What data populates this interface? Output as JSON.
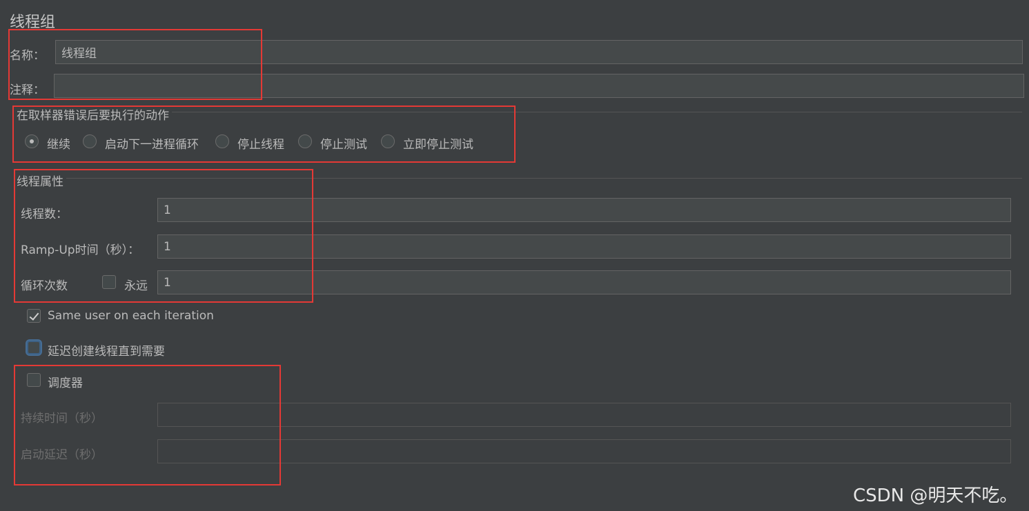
{
  "page_title": "线程组",
  "name_field": {
    "label": "名称：",
    "value": "线程组"
  },
  "comment_field": {
    "label": "注释：",
    "value": ""
  },
  "sampler_error": {
    "title": "在取样器错误后要执行的动作",
    "options": [
      {
        "label": "继续",
        "checked": true
      },
      {
        "label": "启动下一进程循环",
        "checked": false
      },
      {
        "label": "停止线程",
        "checked": false
      },
      {
        "label": "停止测试",
        "checked": false
      },
      {
        "label": "立即停止测试",
        "checked": false
      }
    ]
  },
  "thread_props": {
    "title": "线程属性",
    "threads_label": "线程数：",
    "threads_value": "1",
    "rampup_label": "Ramp-Up时间（秒）：",
    "rampup_value": "1",
    "loop_label": "循环次数",
    "forever_label": "永远",
    "forever_checked": false,
    "loop_value": "1"
  },
  "same_user": {
    "label": "Same user on each iteration",
    "checked": true
  },
  "delay_create": {
    "label": "延迟创建线程直到需要",
    "checked": false
  },
  "scheduler": {
    "label": "调度器",
    "checked": false,
    "duration_label": "持续时间（秒）",
    "duration_value": "",
    "startup_delay_label": "启动延迟（秒）",
    "startup_delay_value": ""
  },
  "watermark": "CSDN @明天不吃。",
  "colors": {
    "background": "#3c3f41",
    "annotation_red": "#e53935",
    "field_bg": "#45494a"
  }
}
